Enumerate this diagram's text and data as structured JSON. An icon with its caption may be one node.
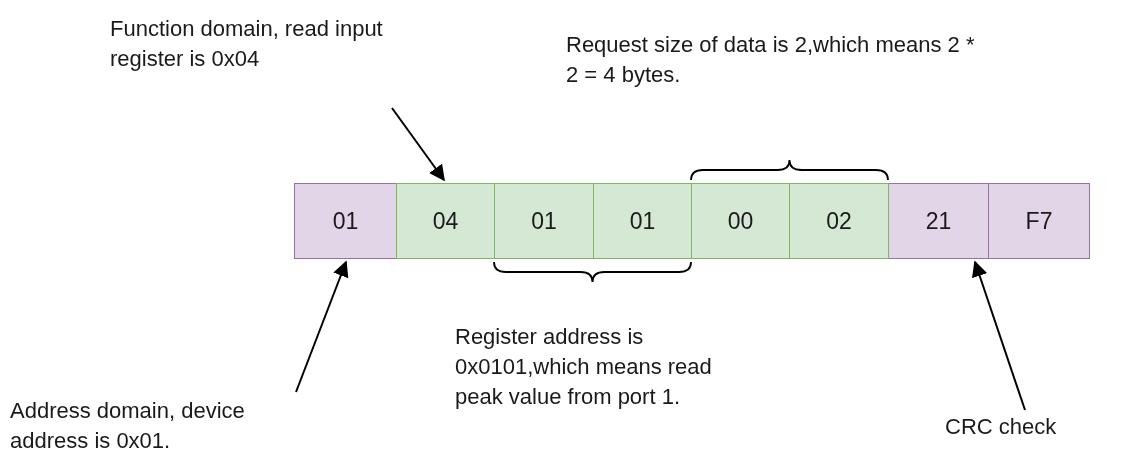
{
  "diagram": {
    "nodes": [
      {
        "text": [
          "01"
        ]
      },
      {
        "text": [
          "04"
        ]
      },
      {
        "text": [
          "01"
        ]
      },
      {
        "text": [
          "01"
        ]
      },
      {
        "text": [
          "00"
        ]
      },
      {
        "text": [
          "02"
        ]
      },
      {
        "text": [
          "21"
        ]
      },
      {
        "text": [
          "F7"
        ]
      },
      {
        "text": [
          "Function domain, read input register is 0x04"
        ]
      },
      {
        "text": [
          "Address domain, device address is 0x01."
        ]
      },
      {
        "text": [
          "CRC check"
        ]
      }
    ],
    "edges": [
      {
        "from": 8,
        "to": 1,
        "arrow": "to"
      },
      {
        "from": 9,
        "to": 0,
        "arrow": "to"
      },
      {
        "from": 10,
        "to": 6,
        "arrow": "to"
      }
    ],
    "labels": [
      "Request size of data is 2,which means 2 * 2 = 4 bytes.",
      "Register address is 0x0101,which means read peak value from port 1."
    ]
  }
}
